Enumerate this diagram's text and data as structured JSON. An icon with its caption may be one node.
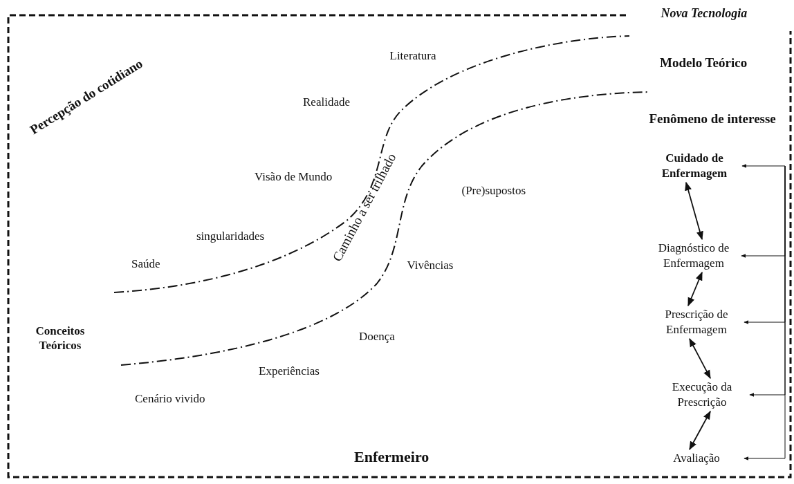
{
  "diagram": {
    "nodes": [
      {
        "text": [
          "Cuidado de Enfermagem"
        ]
      },
      {
        "text": [
          "Diagnóstico de Enfermagem"
        ]
      },
      {
        "text": [
          "Prescrição de Enfermagem"
        ]
      },
      {
        "text": [
          "Execução da Prescrição"
        ]
      },
      {
        "text": [
          "Avaliação"
        ]
      }
    ],
    "edges": [
      {
        "from": 0,
        "to": 1,
        "arrow": "both"
      },
      {
        "from": 1,
        "to": 2,
        "arrow": "both"
      },
      {
        "from": 2,
        "to": 3,
        "arrow": "both"
      },
      {
        "from": 3,
        "to": 4,
        "arrow": "both"
      },
      {
        "from": null,
        "to": 0,
        "arrow": "to"
      },
      {
        "from": null,
        "to": 1,
        "arrow": "to"
      },
      {
        "from": null,
        "to": 2,
        "arrow": "to"
      },
      {
        "from": null,
        "to": 3,
        "arrow": "to"
      },
      {
        "from": null,
        "to": 4,
        "arrow": "to"
      }
    ],
    "labels": [
      "Nova Tecnologia",
      "Literatura",
      "Modelo Teórico",
      "Percepção do cotidiano",
      "Realidade",
      "Fenômeno de interesse",
      "Visão de Mundo",
      "Caminho a ser trilhado",
      "(Pre)supostos",
      "singularidades",
      "Saúde",
      "Vivências",
      "Conceitos Teóricos",
      "Doença",
      "Experiências",
      "Cenário vivido",
      "Enfermeiro"
    ]
  }
}
